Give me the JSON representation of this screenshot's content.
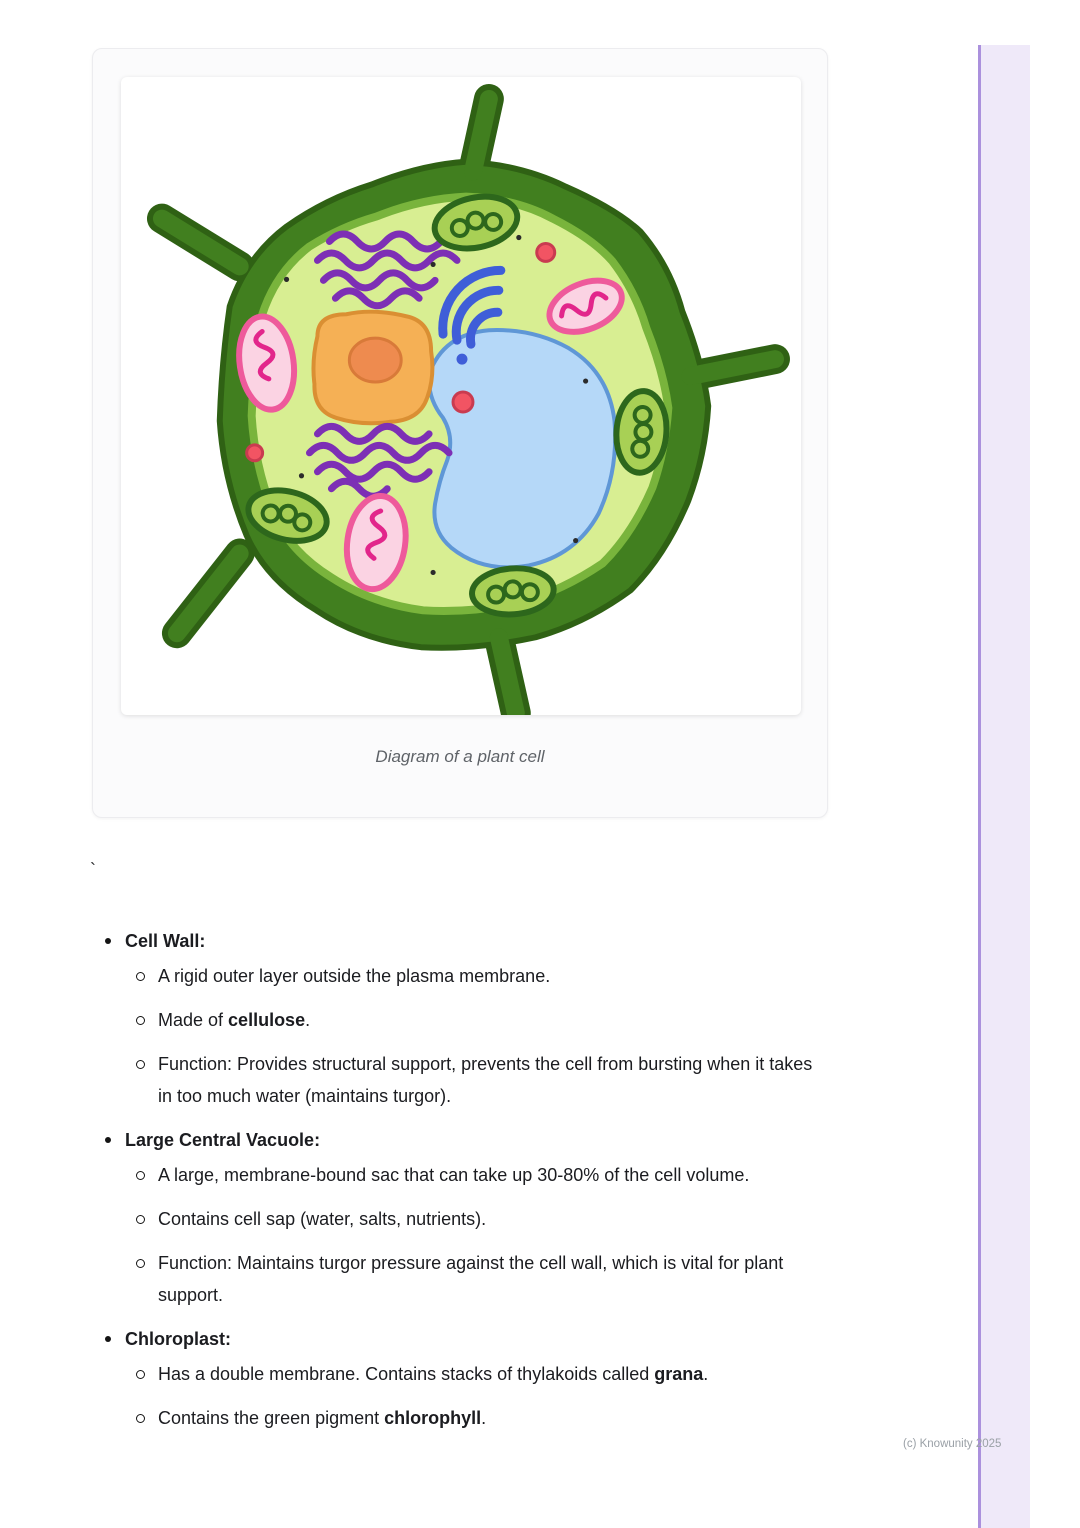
{
  "figure": {
    "caption": "Diagram of a plant cell",
    "palette": {
      "wall-dark": "#2f6114",
      "wall": "#417f1f",
      "membrane": "#79b43c",
      "cytoplasm": "#d8ee92",
      "nucleus": "#f5b055",
      "nucleus-stroke": "#da8f33",
      "nucleolus": "#ee8b4f",
      "vacuole": "#b5d8f8",
      "vacuole-stroke": "#5f97d6",
      "golgi": "#7d2fb5",
      "mito-fill": "#fbd3e3",
      "mito-stroke": "#ee5a9b",
      "mito-inner": "#e2268b",
      "chloro-fill": "#a8d055",
      "chloro-stroke": "#2d671c",
      "er-blue": "#3f5ed8",
      "vesicle": "#f25463",
      "vesicle-stroke": "#c93b50"
    }
  },
  "stray_text": "`",
  "notes": [
    {
      "title": "Cell Wall:",
      "items": [
        [
          {
            "text": "A rigid outer layer outside the plasma membrane."
          }
        ],
        [
          {
            "text": "Made of "
          },
          {
            "text": "cellulose",
            "bold": true
          },
          {
            "text": "."
          }
        ],
        [
          {
            "text": "Function: Provides structural support, prevents the cell from bursting when it takes in too much water (maintains turgor)."
          }
        ]
      ]
    },
    {
      "title": "Large Central Vacuole:",
      "items": [
        [
          {
            "text": "A large, membrane-bound sac that can take up 30-80% of the cell volume."
          }
        ],
        [
          {
            "text": "Contains cell sap (water, salts, nutrients)."
          }
        ],
        [
          {
            "text": "Function: Maintains turgor pressure against the cell wall, which is vital for plant support."
          }
        ]
      ]
    },
    {
      "title": "Chloroplast:",
      "items": [
        [
          {
            "text": "Has a double membrane. Contains stacks of thylakoids called "
          },
          {
            "text": "grana",
            "bold": true
          },
          {
            "text": "."
          }
        ],
        [
          {
            "text": "Contains the green pigment "
          },
          {
            "text": "chlorophyll",
            "bold": true
          },
          {
            "text": "."
          }
        ]
      ]
    }
  ],
  "footer": {
    "copyright": "(c) Knowunity 2025"
  }
}
